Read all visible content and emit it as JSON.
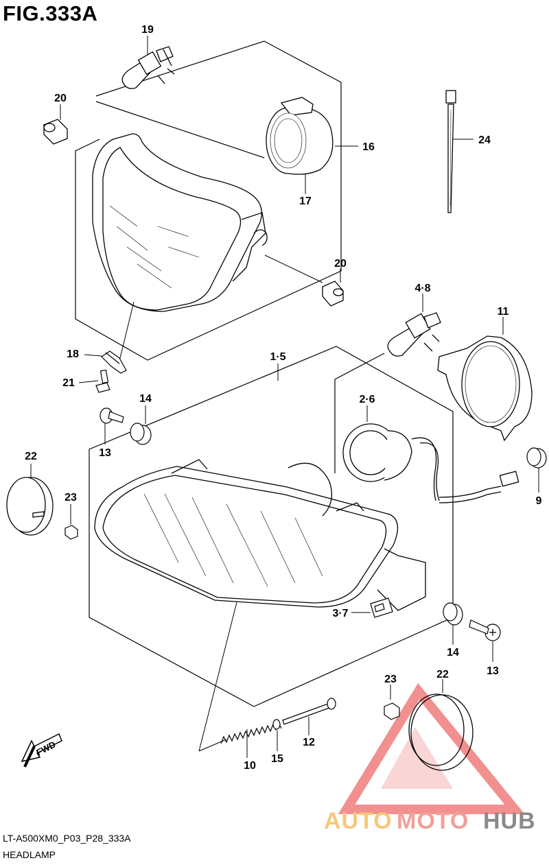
{
  "figure": {
    "title": "FIG.333A",
    "code": "LT-A500XM0_P03_P28_333A",
    "name": "HEADLAMP"
  },
  "callouts": [
    "19",
    "20",
    "16",
    "17",
    "24",
    "20",
    "4·8",
    "11",
    "18",
    "1·5",
    "21",
    "14",
    "2·6",
    "13",
    "22",
    "23",
    "9",
    "3·7",
    "14",
    "13",
    "10",
    "15",
    "12",
    "23",
    "22"
  ],
  "direction_label": "FWD",
  "watermark": {
    "part1": "AUTO",
    "part2": "MOTO",
    "part3": "HUB",
    "colors": {
      "auto": "#f6c77a",
      "moto": "#f0a09a",
      "hub": "#8a8a8a",
      "triangle": "#ee6b6b"
    }
  }
}
